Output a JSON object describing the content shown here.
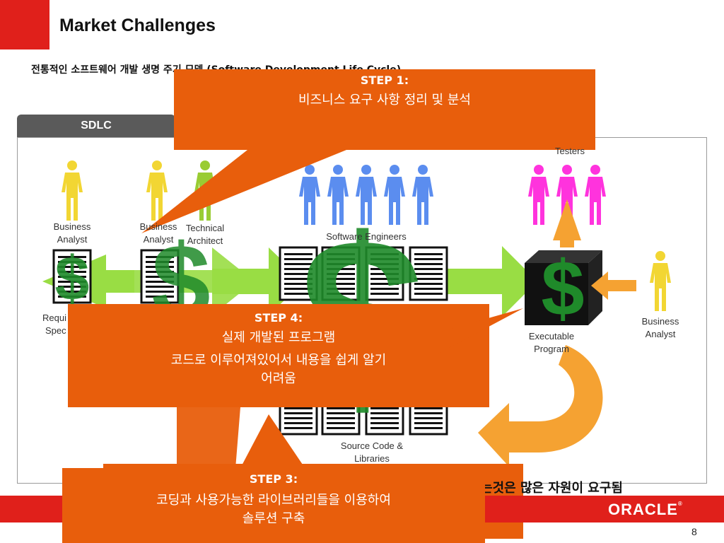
{
  "slide": {
    "title": "Market Challenges",
    "subtitle": "전통적인 소프트웨어 개발 생명 주기 모델 (Software Development Life Cycle)",
    "page_number": "8",
    "logo_text": "ORACLE"
  },
  "diagram": {
    "tab_label": "SDLC",
    "labels": {
      "business_analyst_1": [
        "Business",
        "Analyst"
      ],
      "business_analyst_2": [
        "Business",
        "Analyst"
      ],
      "technical_architect": [
        "Technical",
        "Architect"
      ],
      "software_engineers": "Software Engineers",
      "testers": "Testers",
      "requirements": [
        "Requi",
        "Spec"
      ],
      "source_code": [
        "Source Code &",
        "Libraries"
      ],
      "executable": [
        "Executable",
        "Program"
      ],
      "business_analyst_3": [
        "Business",
        "Analyst"
      ]
    },
    "colors": {
      "analyst": "#f2d633",
      "architect": "#99cc33",
      "engineer": "#5b8def",
      "tester": "#ff33dd",
      "arrow_green": "#99dd44",
      "arrow_orange": "#f5a232",
      "dollar_green": "#1f8a2a",
      "callout_orange": "#e85e0c",
      "brand_red": "#e0201b"
    }
  },
  "callouts": {
    "step1": {
      "title": "STEP 1:",
      "body": "비즈니스 요구 사항 정리 및 분석"
    },
    "step4": {
      "title": "STEP 4:",
      "line1": "실제 개발된 프로그램",
      "line2": "코드로 이루어져있어서 내용을 쉽게 알기",
      "line3": "어려움"
    },
    "step3": {
      "title": "STEP 3:",
      "line1": "코딩과 사용가능한 라이브러리들을 이용하여",
      "line2": "솔루션 구축"
    }
  },
  "bottom_text": "는것은 많은 자원이 요구됨"
}
